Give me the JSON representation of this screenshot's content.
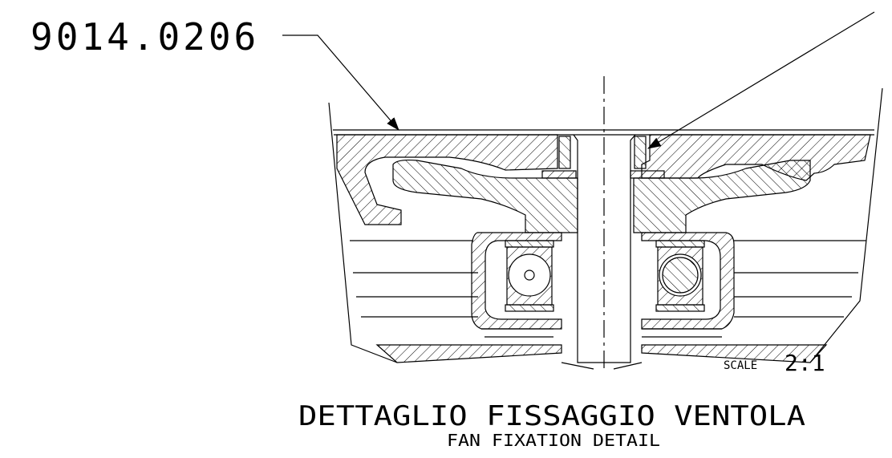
{
  "part_number": "9014.0206",
  "scale": {
    "label": "SCALE",
    "value": "2:1"
  },
  "title": {
    "main": "DETTAGLIO FISSAGGIO VENTOLA",
    "sub": "FAN FIXATION DETAIL"
  },
  "colors": {
    "ink": "#000000",
    "paper": "#ffffff"
  }
}
